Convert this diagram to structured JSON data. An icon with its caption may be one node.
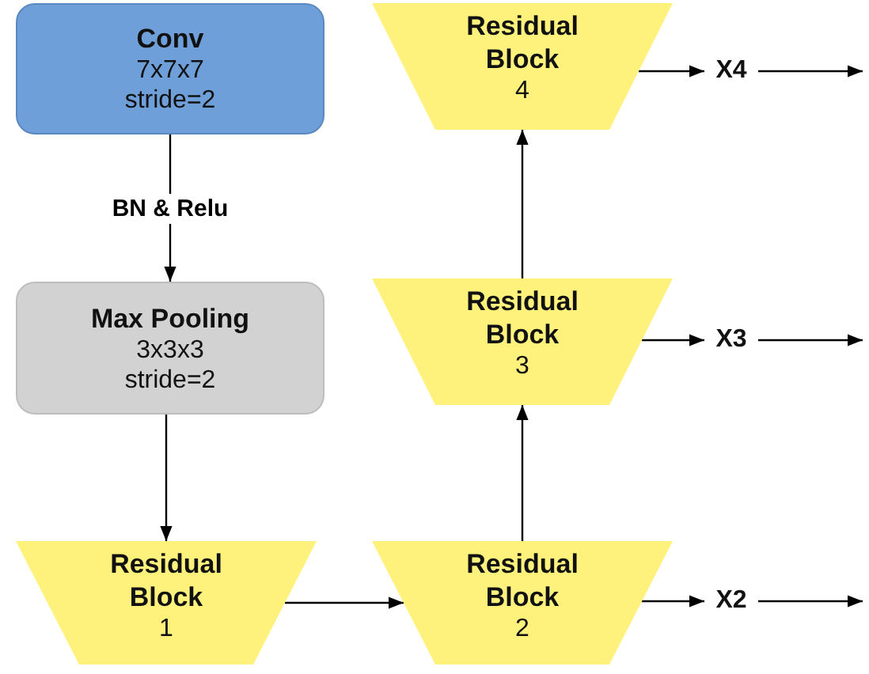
{
  "diagram": {
    "nodes": [
      {
        "text": [
          "Conv",
          "7x7x7 stride=2"
        ]
      },
      {
        "text": [
          "Max Pooling",
          "3x3x3 stride=2"
        ]
      },
      {
        "text": [
          "Residual Block",
          "1"
        ]
      },
      {
        "text": [
          "Residual Block",
          "2"
        ]
      },
      {
        "text": [
          "Residual Block",
          "3"
        ]
      },
      {
        "text": [
          "Residual Block",
          "4"
        ]
      },
      {
        "text": [
          "X4"
        ]
      },
      {
        "text": [
          "X3"
        ]
      },
      {
        "text": [
          "X2"
        ]
      }
    ],
    "edges": [
      {
        "from": 0,
        "to": 1,
        "arrow": "to",
        "label": "BN & Relu"
      },
      {
        "from": 1,
        "to": 2,
        "arrow": "to"
      },
      {
        "from": 2,
        "to": 3,
        "arrow": "to"
      },
      {
        "from": 3,
        "to": 4,
        "arrow": "to"
      },
      {
        "from": 4,
        "to": 5,
        "arrow": "to"
      },
      {
        "from": 5,
        "to": 6,
        "arrow": "to"
      },
      {
        "from": 6,
        "to": null,
        "arrow": "to"
      },
      {
        "from": 4,
        "to": 7,
        "arrow": "to"
      },
      {
        "from": 7,
        "to": null,
        "arrow": "to"
      },
      {
        "from": 3,
        "to": 8,
        "arrow": "to"
      },
      {
        "from": 8,
        "to": null,
        "arrow": "to"
      }
    ]
  }
}
